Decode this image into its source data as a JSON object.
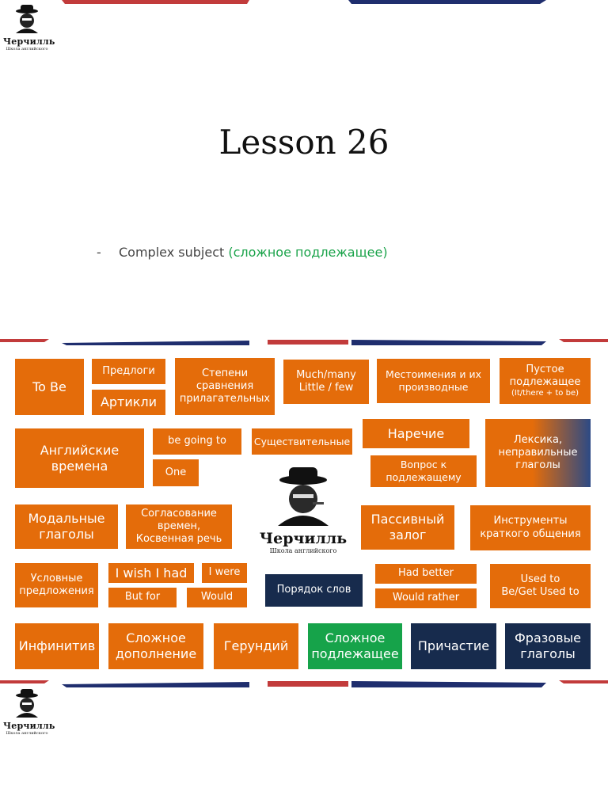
{
  "brand": {
    "name": "Черчилль",
    "tagline": "Школа английского"
  },
  "slide": {
    "title": "Lesson 26",
    "bullet_dash": "-",
    "bullet_text": "Complex subject",
    "bullet_highlight": "(сложное подлежащее)"
  },
  "topics": {
    "to_be": "To Be",
    "predlogi": "Предлоги",
    "artikli": "Артикли",
    "stepeni": "Степени сравнения прилагательных",
    "much_many": "Much/many",
    "little_few": "Little / few",
    "mestoimeniya": "Местоимения и их производные",
    "pustoe": "Пустое подлежащее",
    "pustoe_sub": "(It/there + to be)",
    "angl_vremena": "Английские времена",
    "going_to": "be going to",
    "sushchestvitelnye": "Существительные",
    "narechie": "Наречие",
    "leksika": "Лексика, неправильные глаголы",
    "one": "One",
    "vopros": "Вопрос к подлежащему",
    "modalnye": "Модальные глаголы",
    "soglasovanie": "Согласование времен, Косвенная речь",
    "passivny": "Пассивный залог",
    "instrumenty": "Инструменты краткого общения",
    "uslovnye": "Условные предложения",
    "i_wish": "I wish I had",
    "i_were": "I were",
    "but_for": "But for",
    "would": "Would",
    "poryadok": "Порядок слов",
    "had_better": "Had better",
    "would_rather": "Would rather",
    "used_to": "Used to",
    "be_get_used": "Be/Get Used to",
    "infinitiv": "Инфинитив",
    "slozhnoe_dop": "Сложное дополнение",
    "gerundiy": "Герундий",
    "slozhnoe_podl": "Сложное подлежащее",
    "prichastie": "Причастие",
    "frazovye": "Фразовые глаголы"
  },
  "colors": {
    "orange": "#e46c0a",
    "navy": "#172b4d",
    "green": "#16a34a",
    "red_stripe": "#c0392b",
    "blue_stripe": "#1f2e6e"
  },
  "icons": {
    "logo": "man-in-hat-logo-icon"
  }
}
